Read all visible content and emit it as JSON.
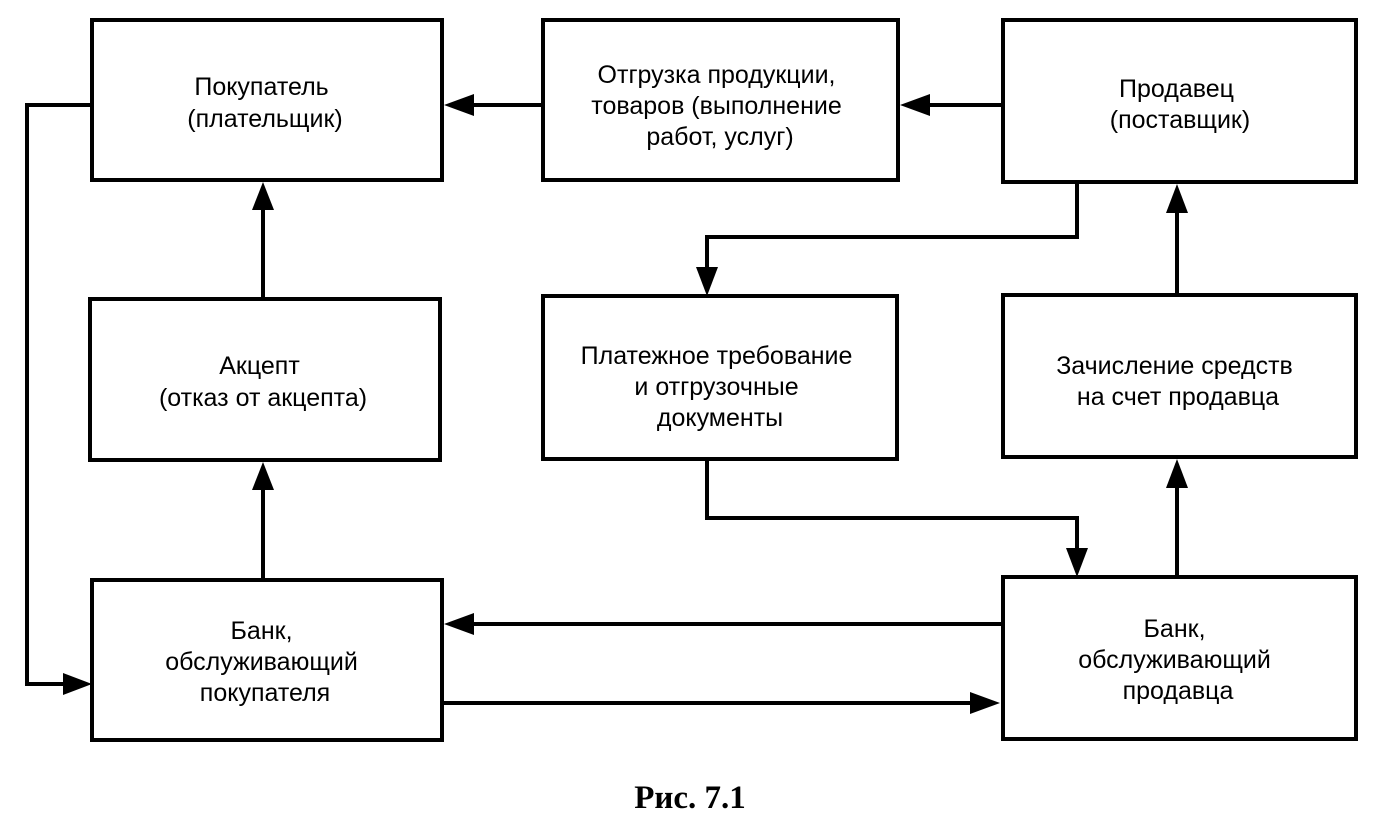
{
  "diagram": {
    "caption": "Рис. 7.1",
    "nodes": [
      {
        "id": "buyer",
        "lines": [
          "Покупатель",
          "(плательщик)"
        ]
      },
      {
        "id": "shipment",
        "lines": [
          "Отгрузка продукции,",
          "товаров (выполнение",
          "работ, услуг)"
        ]
      },
      {
        "id": "seller",
        "lines": [
          "Продавец",
          "(поставщик)"
        ]
      },
      {
        "id": "acceptance",
        "lines": [
          "Акцепт",
          "(отказ от акцепта)"
        ]
      },
      {
        "id": "payment_request",
        "lines": [
          "Платежное требование",
          "и отгрузочные",
          "документы"
        ]
      },
      {
        "id": "crediting",
        "lines": [
          "Зачисление средств",
          "на счет продавца"
        ]
      },
      {
        "id": "buyer_bank",
        "lines": [
          "Банк,",
          "обслуживающий",
          "покупателя"
        ]
      },
      {
        "id": "seller_bank",
        "lines": [
          "Банк,",
          "обслуживающий",
          "продавца"
        ]
      }
    ],
    "edges": [
      {
        "from": "shipment",
        "to": "buyer"
      },
      {
        "from": "seller",
        "to": "shipment"
      },
      {
        "from": "acceptance",
        "to": "buyer"
      },
      {
        "from": "buyer_bank",
        "to": "acceptance"
      },
      {
        "from": "buyer",
        "to": "buyer_bank"
      },
      {
        "from": "seller",
        "to": "payment_request"
      },
      {
        "from": "payment_request",
        "to": "seller_bank"
      },
      {
        "from": "crediting",
        "to": "seller"
      },
      {
        "from": "seller_bank",
        "to": "crediting"
      },
      {
        "from": "seller_bank",
        "to": "buyer_bank"
      },
      {
        "from": "buyer_bank",
        "to": "seller_bank"
      }
    ]
  }
}
